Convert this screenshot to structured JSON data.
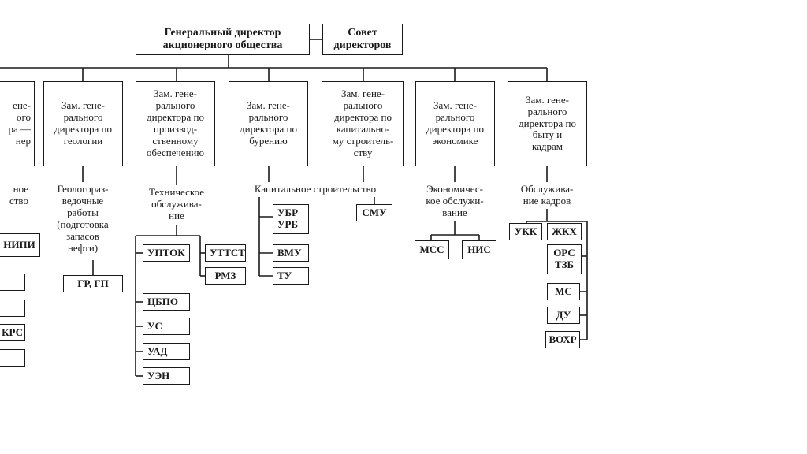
{
  "top": {
    "director": "Генеральный директор\nакционерного общества",
    "council": "Совет\nдиректоров"
  },
  "deputies": [
    "енe-\nого\nра —\nнер",
    "Зам. гене-\nрального\nдиректора по\nгеологии",
    "Зам. гене-\nрального\nдиректора по\nпроизвод-\nственному\nобеспечению",
    "Зам. гене-\nрального\nдиректора по\nбурению",
    "Зам. гене-\nрального\nдиректора по\nкапитально-\nму строитель-\nству",
    "Зам. гене-\nрального\nдиректора по\nэкономике",
    "Зам. гене-\nрального\nдиректора по\nбыту и\nкадрам"
  ],
  "services": {
    "col0": "ное\nство",
    "geology": "Геологораз-\nведочные\nработы\n(подготовка\nзапасов\nнефти)",
    "technical": "Техническое\nобслужива-\nние",
    "capital": "Капитальное строительство",
    "economic": "Экономичес-\nкое обслужи-\nвание",
    "personnel": "Обслужива-\nние кадров"
  },
  "units": {
    "nipi": "НИПИ",
    "kps": "КРС",
    "gr_gp": "ГР, ГП",
    "uptok": "УПТОК",
    "uttst": "УТТСТ",
    "rmz": "РМЗ",
    "cbpo": "ЦБПО",
    "us": "УС",
    "uad": "УАД",
    "uen": "УЭН",
    "ubr": "УБР\nУРБ",
    "vmu": "ВМУ",
    "tu": "ТУ",
    "smu": "СМУ",
    "mss": "МСС",
    "nis": "НИС",
    "ukk": "УКК",
    "zhkh": "ЖКХ",
    "ors": "ОРС\nТЗБ",
    "ms": "МС",
    "du": "ДУ",
    "vokhr": "ВОХР"
  }
}
